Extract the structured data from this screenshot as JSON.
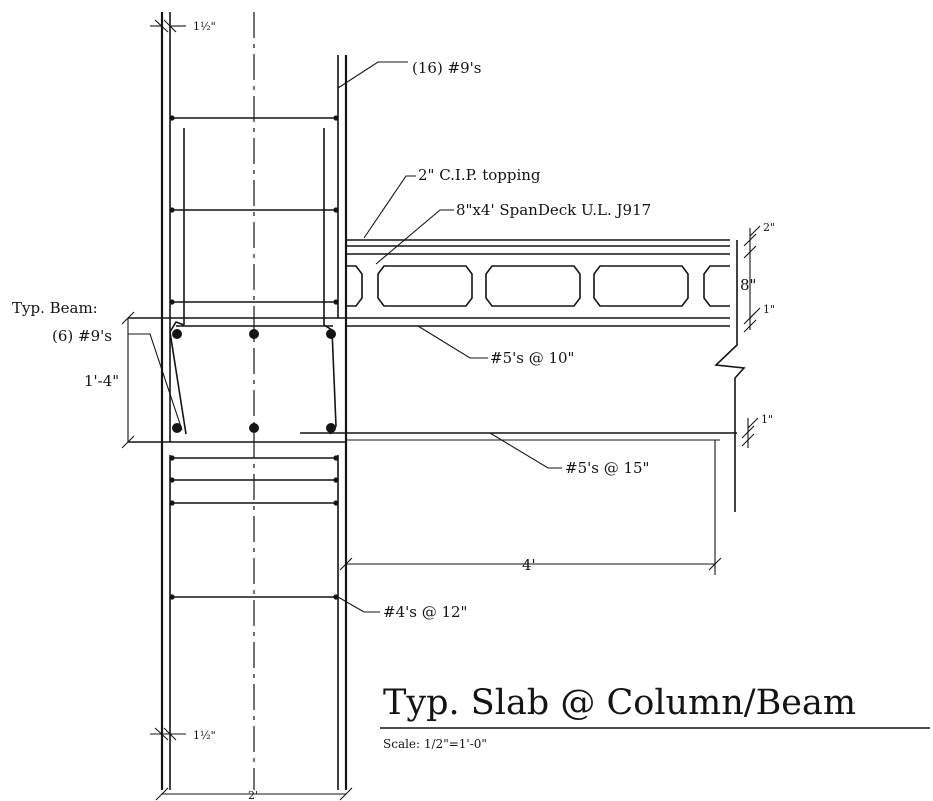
{
  "title": "Typ. Slab @ Column/Beam",
  "scale": "Scale: 1/2\"=1'-0\"",
  "labels": {
    "column_bars": "(16) #9's",
    "topping": "2\" C.I.P. topping",
    "spandeck": "8\"x4' SpanDeck U.L. J917",
    "beam_line1": "Typ. Beam:",
    "beam_line2": "(6) #9's",
    "slab_bars_upper": "#5's @ 10\"",
    "slab_bars_lower": "#5's @ 15\"",
    "ties": "#4's @ 12\""
  },
  "dimensions": {
    "cover_top": "1½\"",
    "cover_bottom": "1½\"",
    "beam_depth": "1'-4\"",
    "topping_thk": "2\"",
    "deck_thk": "8\"",
    "deck_cover": "1\"",
    "lower_cover": "1\"",
    "span": "4'",
    "column_width": "2'"
  }
}
